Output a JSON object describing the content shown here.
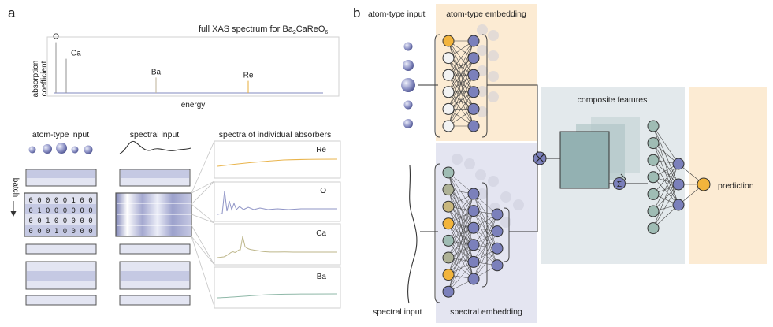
{
  "panel_a": {
    "label": "a",
    "spectrum_title": "full XAS spectrum for Ba",
    "spectrum_title_sub1": "2",
    "spectrum_title_mid": "CaReO",
    "spectrum_title_sub2": "6",
    "ylabel_line1": "absorption",
    "ylabel_line2": "coefficient",
    "xlabel": "energy",
    "peaks": [
      {
        "label": "O",
        "height": 0.92
      },
      {
        "label": "Ca",
        "height": 0.62
      },
      {
        "label": "Ba",
        "height": 0.28
      },
      {
        "label": "Re",
        "height": 0.22
      }
    ],
    "atom_type_input": "atom-type input",
    "spectral_input": "spectral input",
    "individual_title": "spectra of individual absorbers",
    "batch_label": "batch",
    "one_hot_rows": [
      "0 0 0 0 0 1 0 0",
      "0 1 0 0 0 0 0 0",
      "0 0 1 0 0 0 0 0",
      "0 0 0 1 0 0 0 0"
    ],
    "absorbers": [
      "Re",
      "O",
      "Ca",
      "Ba"
    ]
  },
  "panel_b": {
    "label": "b",
    "atom_type_input": "atom-type input",
    "atom_type_embedding": "atom-type embedding",
    "spectral_input": "spectral input",
    "spectral_embedding": "spectral embedding",
    "composite_features": "composite features",
    "sum_symbol": "Σ",
    "prediction": "prediction"
  },
  "colors": {
    "orange_bg": "#fcebd3",
    "lavender_bg": "#e4e5f1",
    "gray_bg": "#e3e9ec",
    "node_blue": "#7b80bb",
    "node_orange": "#f2b43c",
    "node_teal": "#9fbcb4",
    "feature_map": "#93b1b2",
    "re_line": "#e9b44c",
    "o_line": "#8f94c6",
    "ca_line": "#bdb68a",
    "ba_line": "#8fb8a8"
  }
}
